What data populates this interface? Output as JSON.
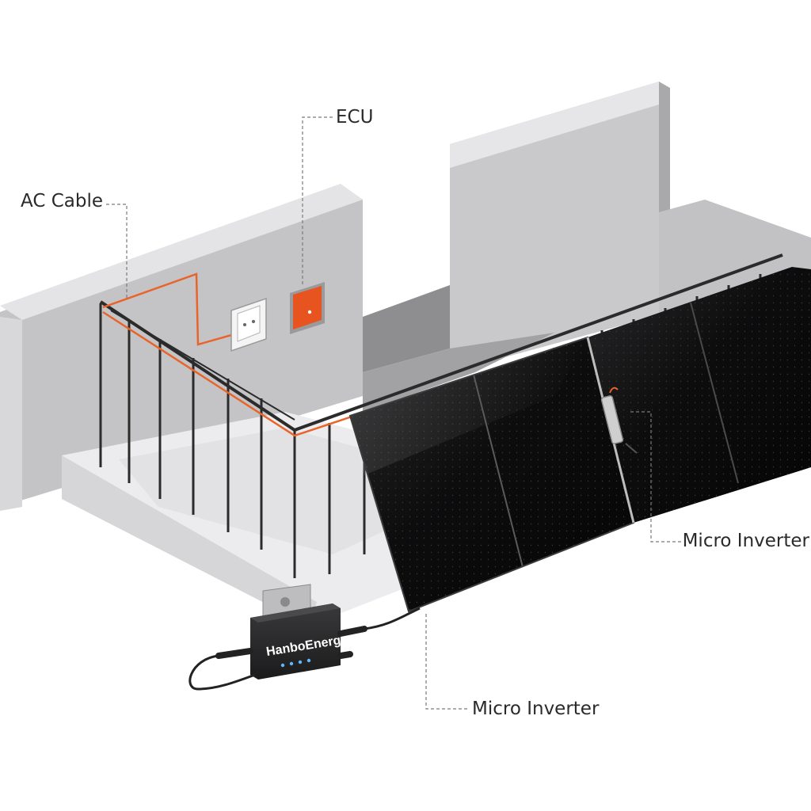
{
  "callouts": {
    "ecu": "ECU",
    "ac_cable": "AC Cable",
    "micro_inverter_right": "Micro Inverter",
    "micro_inverter_bottom": "Micro Inverter"
  },
  "device": {
    "brand": "HanboEnergy"
  },
  "colors": {
    "cable": "#e8642a",
    "ecu_accent": "#e8541f",
    "wall": "#c4c4c6",
    "panel": "#141414",
    "railing": "#2b2b2b"
  },
  "icons": {
    "socket": "power-outlet-icon",
    "ecu": "ecu-box-icon"
  }
}
